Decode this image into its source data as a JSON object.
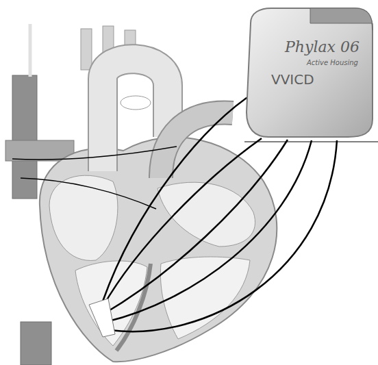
{
  "diagram": {
    "nodes": [
      {
        "text": [
          "Phylax 06",
          "Active Housing",
          "VVICD"
        ]
      }
    ]
  }
}
